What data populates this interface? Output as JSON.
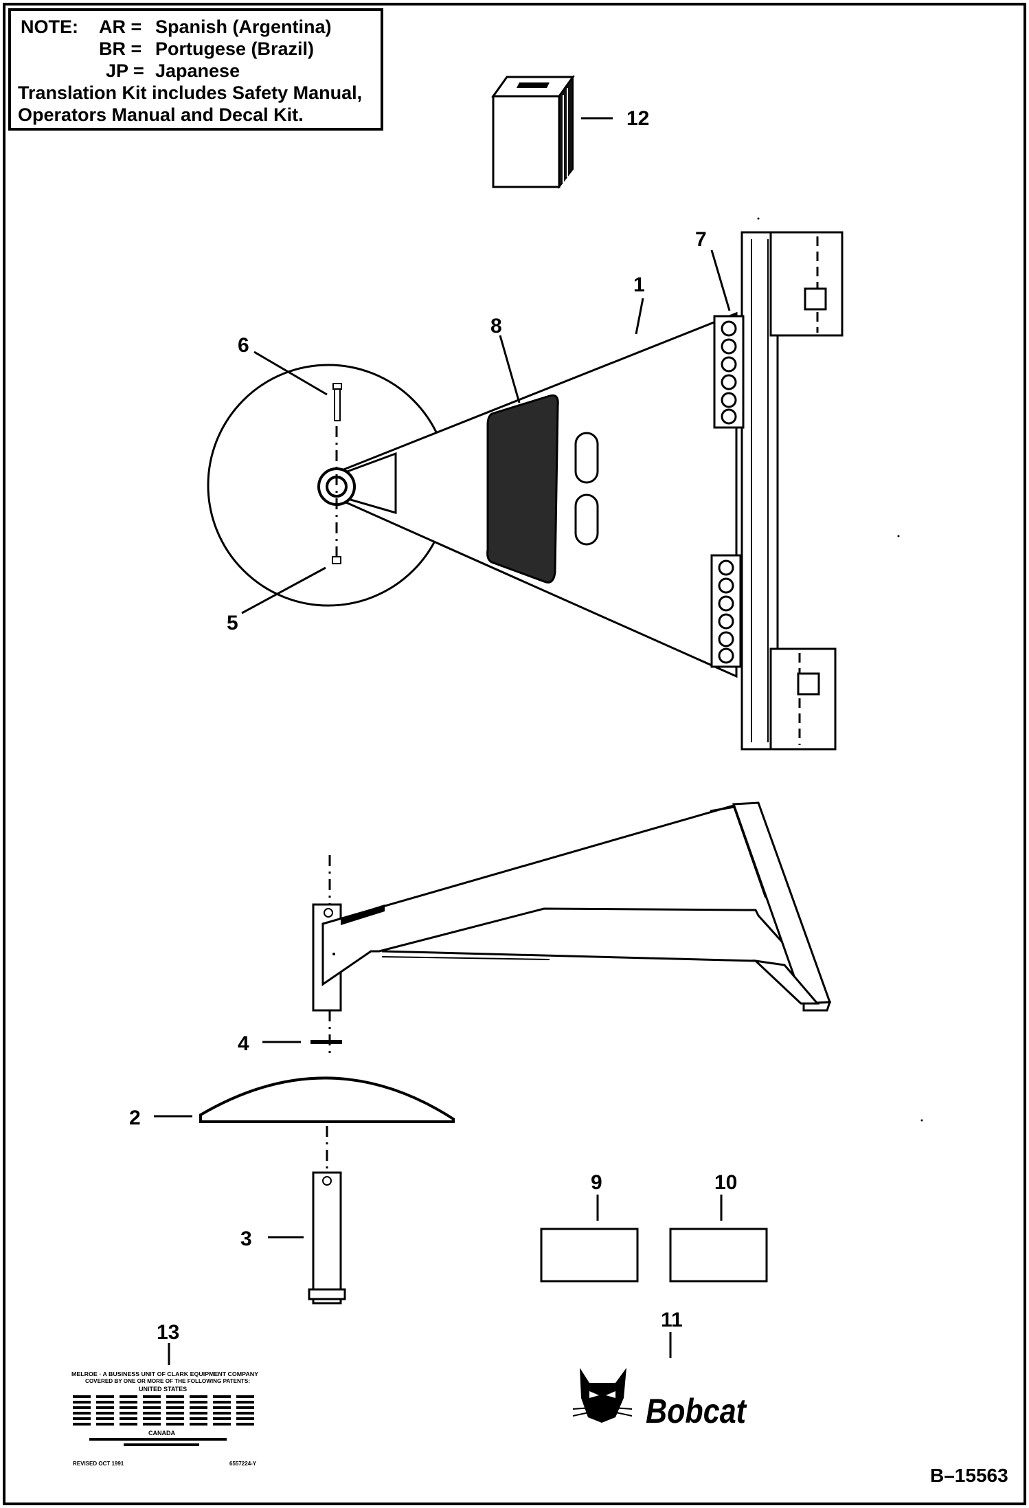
{
  "note": {
    "line1_label": "NOTE:",
    "line1_code": "AR =",
    "line1_lang": "Spanish (Argentina)",
    "line2_code": "BR =",
    "line2_lang": "Portugese (Brazil)",
    "line3_code": "JP =",
    "line3_lang": "Japanese",
    "line4": "Translation Kit includes Safety Manual,",
    "line5": "Operators Manual and Decal Kit."
  },
  "callouts": [
    "1",
    "2",
    "3",
    "4",
    "5",
    "6",
    "7",
    "8",
    "9",
    "10",
    "11",
    "12",
    "13"
  ],
  "brand": {
    "name": "Bobcat"
  },
  "decal13": {
    "header": "MELROE ◦ A BUSINESS UNIT OF CLARK EQUIPMENT COMPANY",
    "subheader": "COVERED BY ONE OR MORE OF THE FOLLOWING PATENTS:",
    "section1": "UNITED STATES",
    "section2": "CANADA",
    "footer_left": "REVISED OCT 1991",
    "footer_right": "6557224-Y"
  },
  "figure_id": "B–15563"
}
